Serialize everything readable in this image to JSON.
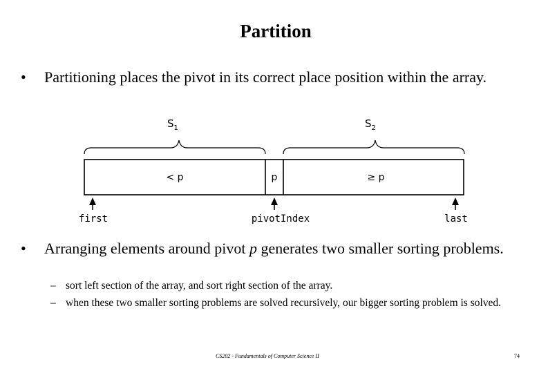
{
  "slide": {
    "title": "Partition",
    "bullet1": "Partitioning places the pivot in its correct place position within the array.",
    "bullet2_before": "Arranging elements around pivot ",
    "bullet2_em": "p",
    "bullet2_after": " generates two smaller sorting problems.",
    "sub1": "sort left section of the array, and sort right section of the array.",
    "sub2": "when these two smaller sorting problems are solved recursively, our bigger sorting problem is solved.",
    "bullet_symbol": "•",
    "dash_symbol": "–",
    "footer": "CS202 - Fundamentals of Computer Science II",
    "page_number": "74"
  },
  "diagram": {
    "s1_label": "S",
    "s1_sub": "1",
    "s2_label": "S",
    "s2_sub": "2",
    "left_label": "< p",
    "pivot_label": "p",
    "right_label": "≥ p",
    "first_label": "first",
    "pivot_index_label": "pivotIndex",
    "last_label": "last"
  }
}
